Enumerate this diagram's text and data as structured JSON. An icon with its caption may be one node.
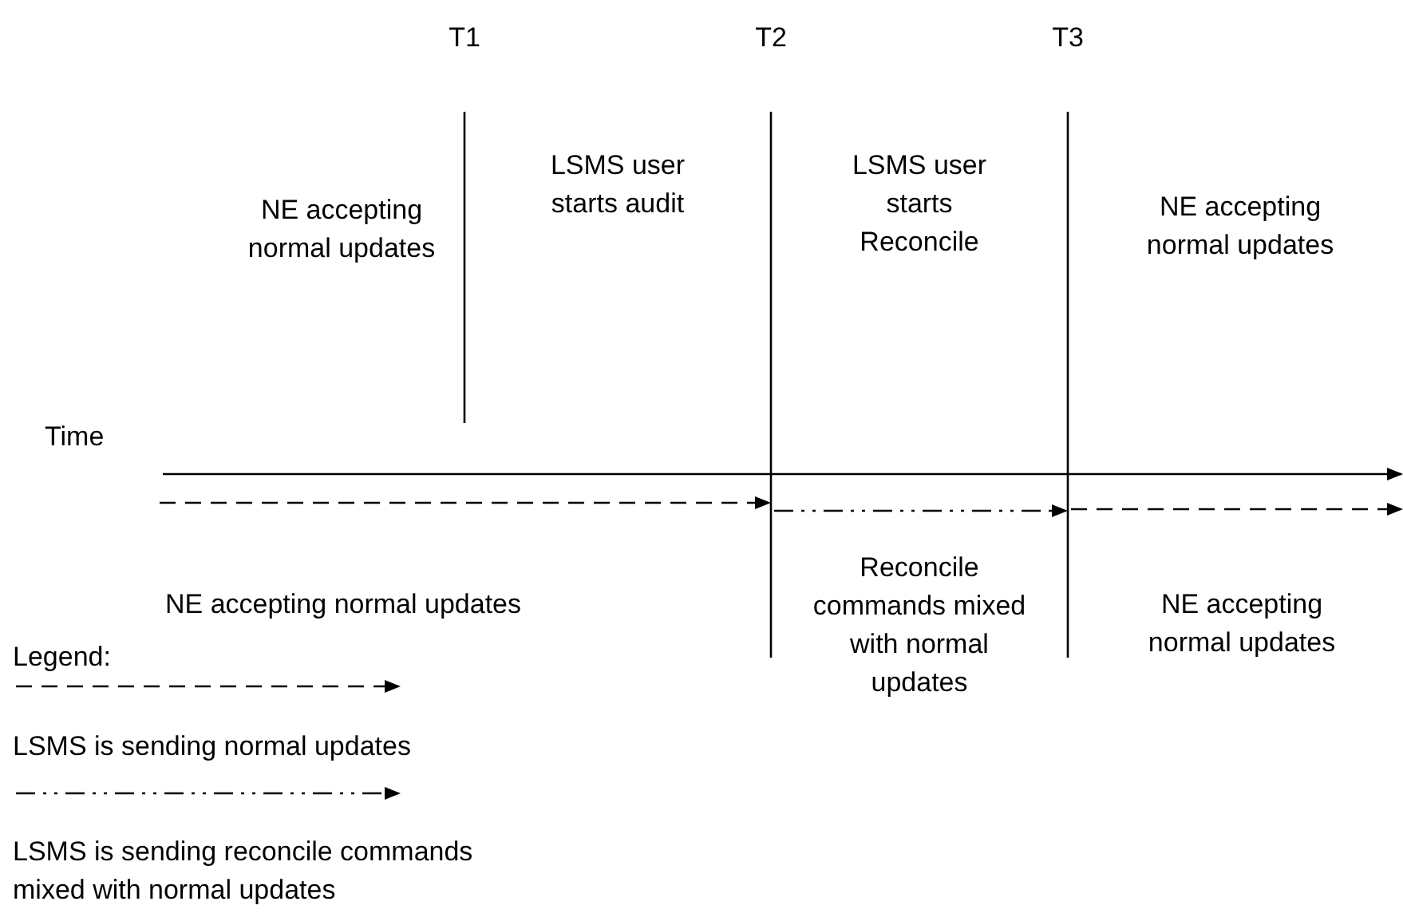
{
  "diagram": {
    "labels": [
      "T1",
      "T2",
      "T3",
      "NE accepting normal updates",
      "LSMS user starts audit",
      "LSMS user starts Reconcile",
      "NE accepting normal updates",
      "Time",
      "NE accepting normal updates",
      "Reconcile commands mixed with normal updates",
      "NE accepting normal updates",
      "Legend:"
    ],
    "legend": [
      {
        "text": "LSMS is sending normal updates"
      },
      {
        "text": "LSMS is sending reconcile commands mixed with normal updates"
      }
    ]
  }
}
